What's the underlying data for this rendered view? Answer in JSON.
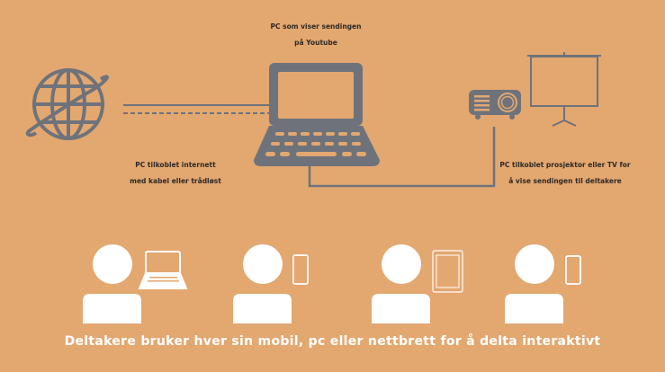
{
  "colors": {
    "background": "#e3a770",
    "icon_gray": "#6e737b",
    "text_dark": "#2d2a26",
    "participant_white": "#ffffff"
  },
  "labels": {
    "pc_top_line1": "PC som viser sendingen",
    "pc_top_line2": "på Youtube",
    "internet_line1": "PC tilkoblet internett",
    "internet_line2": "med kabel eller trådløst",
    "projector_line1": "PC tilkoblet prosjektor eller TV for",
    "projector_line2": "å vise sendingen til deltakere"
  },
  "caption": "Deltakere bruker hver sin mobil, pc eller nettbrett for å delta interaktivt",
  "nodes": [
    {
      "id": "internet",
      "icon": "globe-icon"
    },
    {
      "id": "pc",
      "icon": "laptop-icon"
    },
    {
      "id": "projector",
      "icon": "projector-icon"
    },
    {
      "id": "screen",
      "icon": "projection-screen-icon"
    }
  ],
  "connections": [
    {
      "from": "internet",
      "to": "pc",
      "style": "solid",
      "meaning": "kabel"
    },
    {
      "from": "internet",
      "to": "pc",
      "style": "dashed",
      "meaning": "trådløst"
    },
    {
      "from": "pc",
      "to": "projector",
      "style": "solid"
    }
  ],
  "participants": [
    {
      "device": "laptop"
    },
    {
      "device": "mobile"
    },
    {
      "device": "tablet"
    },
    {
      "device": "mobile"
    }
  ]
}
